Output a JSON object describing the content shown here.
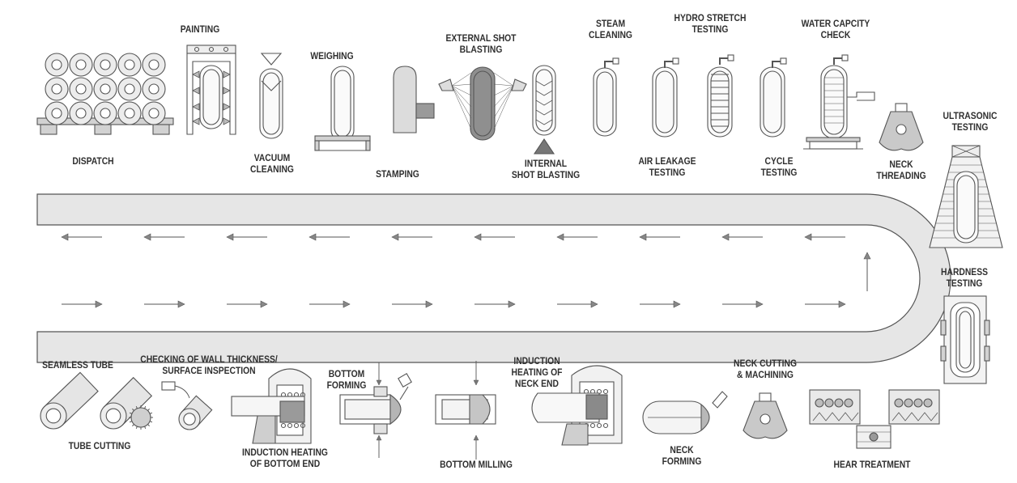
{
  "colors": {
    "ink": "#555555",
    "conveyor_fill": "#e6e6e6",
    "machine_fill": "#d2d2d2",
    "dark_fill": "#9a9a9a",
    "label_text": "#2f2f2f"
  },
  "conveyor": {
    "upper_lane_direction": "right-to-left",
    "lower_lane_direction": "left-to-right",
    "turn_side": "right"
  },
  "top_row": [
    {
      "id": "dispatch",
      "lines": [
        "DISPATCH"
      ]
    },
    {
      "id": "painting",
      "lines": [
        "PAINTING"
      ]
    },
    {
      "id": "vacuum_cleaning",
      "lines": [
        "VACUUM",
        "CLEANING"
      ]
    },
    {
      "id": "weighing",
      "lines": [
        "WEIGHING"
      ]
    },
    {
      "id": "stamping",
      "lines": [
        "STAMPING"
      ]
    },
    {
      "id": "external_shot_blasting",
      "lines": [
        "EXTERNAL SHOT",
        "BLASTING"
      ]
    },
    {
      "id": "internal_shot_blasting",
      "lines": [
        "INTERNAL",
        "SHOT BLASTING"
      ]
    },
    {
      "id": "steam_cleaning",
      "lines": [
        "STEAM",
        "CLEANING"
      ]
    },
    {
      "id": "air_leakage_testing",
      "lines": [
        "AIR LEAKAGE",
        "TESTING"
      ]
    },
    {
      "id": "hydro_stretch_testing",
      "lines": [
        "HYDRO STRETCH",
        "TESTING"
      ]
    },
    {
      "id": "cycle_testing",
      "lines": [
        "CYCLE",
        "TESTING"
      ]
    },
    {
      "id": "water_capacity_check",
      "lines": [
        "WATER CAPCITY",
        "CHECK"
      ]
    },
    {
      "id": "neck_threading",
      "lines": [
        "NECK",
        "THREADING"
      ]
    }
  ],
  "right_column": [
    {
      "id": "ultrasonic_testing",
      "lines": [
        "ULTRASONIC",
        "TESTING"
      ]
    },
    {
      "id": "hardness_testing",
      "lines": [
        "HARDNESS",
        "TESTING"
      ]
    }
  ],
  "bottom_row": [
    {
      "id": "seamless_tube",
      "lines": [
        "SEAMLESS TUBE"
      ]
    },
    {
      "id": "tube_cutting",
      "lines": [
        "TUBE CUTTING"
      ]
    },
    {
      "id": "wall_thickness_check",
      "lines": [
        "CHECKING OF WALL THICKNESS/",
        "SURFACE INSPECTION"
      ]
    },
    {
      "id": "induction_heating_bottom",
      "lines": [
        "INDUCTION HEATING",
        "OF BOTTOM END"
      ]
    },
    {
      "id": "bottom_forming",
      "lines": [
        "BOTTOM",
        "FORMING"
      ]
    },
    {
      "id": "bottom_milling",
      "lines": [
        "BOTTOM MILLING"
      ]
    },
    {
      "id": "induction_heating_neck",
      "lines": [
        "INDUCTION",
        "HEATING OF",
        "NECK END"
      ]
    },
    {
      "id": "neck_forming",
      "lines": [
        "NECK",
        "FORMING"
      ]
    },
    {
      "id": "neck_cutting_machining",
      "lines": [
        "NECK CUTTING",
        "& MACHINING"
      ]
    },
    {
      "id": "heat_treatment",
      "lines": [
        "HEAR TREATMENT"
      ]
    }
  ]
}
